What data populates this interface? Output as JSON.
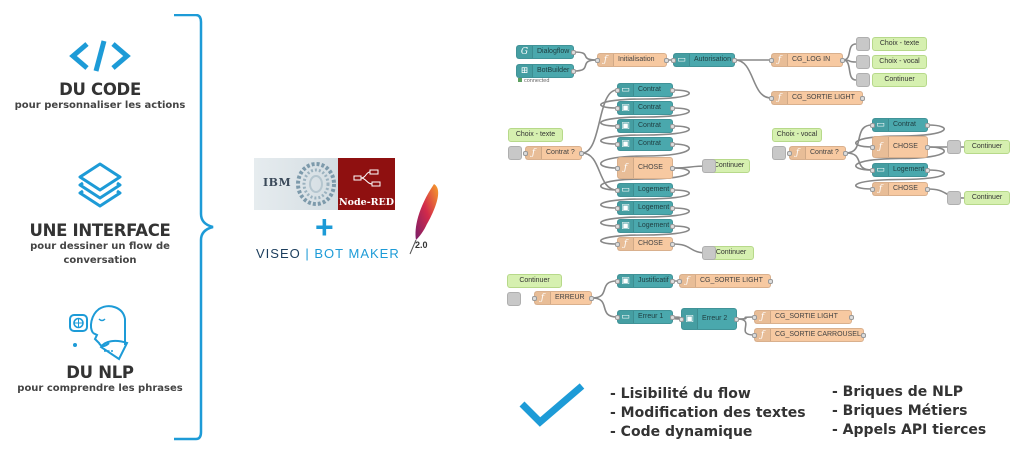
{
  "features": [
    {
      "icon": "code-icon",
      "title": "DU CODE",
      "subtitle_lines": [
        "pour personnaliser les actions"
      ]
    },
    {
      "icon": "layers-icon",
      "title": "UNE INTERFACE",
      "subtitle_lines": [
        "pour dessiner un flow de",
        "conversation"
      ]
    },
    {
      "icon": "nlp-speaking-head-icon",
      "title": "DU NLP",
      "subtitle_lines": [
        "pour comprendre les phrases"
      ]
    }
  ],
  "logos": {
    "ibm": "IBM",
    "nodered": "Node-RED",
    "plus": "+",
    "viseo": "VISEO",
    "separator": "|",
    "botmaker": "BOT MAKER",
    "apache_version": "2.0"
  },
  "flow": {
    "status": "connected",
    "nodes": [
      {
        "id": "dialogflow",
        "label": "Dialogflow",
        "type": "teal",
        "icon": "G"
      },
      {
        "id": "botbuilder",
        "label": "BotBuilder",
        "type": "teal",
        "icon": "win"
      },
      {
        "id": "init",
        "label": "Initialisation",
        "type": "orange",
        "icon": "f"
      },
      {
        "id": "auth",
        "label": "Autorisation",
        "type": "teal",
        "icon": "msg"
      },
      {
        "id": "login",
        "label": "CG_LOG IN",
        "type": "orange",
        "icon": "f"
      },
      {
        "id": "sortie1",
        "label": "CG_SORTIE LIGHT",
        "type": "orange",
        "icon": "f"
      },
      {
        "id": "choixtexte1",
        "label": "Choix - texte",
        "type": "green"
      },
      {
        "id": "choixvocal1",
        "label": "Choix - vocal",
        "type": "green"
      },
      {
        "id": "continuer1",
        "label": "Continuer",
        "type": "green"
      },
      {
        "id": "choixtexte2",
        "label": "Choix - texte",
        "type": "green"
      },
      {
        "id": "contratq1",
        "label": "Contrat ?",
        "type": "orange",
        "icon": "f"
      },
      {
        "id": "c1",
        "label": "Contrat",
        "type": "teal",
        "icon": "msg"
      },
      {
        "id": "c2",
        "label": "Contrat",
        "type": "teal",
        "icon": "card"
      },
      {
        "id": "c3",
        "label": "Contrat",
        "type": "teal",
        "icon": "card"
      },
      {
        "id": "c4",
        "label": "Contrat",
        "type": "teal",
        "icon": "card"
      },
      {
        "id": "chose1",
        "label": "CHOSE",
        "type": "orange",
        "icon": "f"
      },
      {
        "id": "continuer2",
        "label": "Continuer",
        "type": "green"
      },
      {
        "id": "l1",
        "label": "Logement",
        "type": "teal",
        "icon": "msg"
      },
      {
        "id": "l2",
        "label": "Logement",
        "type": "teal",
        "icon": "card"
      },
      {
        "id": "l3",
        "label": "Logement",
        "type": "teal",
        "icon": "card"
      },
      {
        "id": "chose2",
        "label": "CHOSE",
        "type": "orange",
        "icon": "f"
      },
      {
        "id": "continuer3",
        "label": "Continuer",
        "type": "green"
      },
      {
        "id": "choixvocal2",
        "label": "Choix - vocal",
        "type": "green"
      },
      {
        "id": "contratq2",
        "label": "Contrat ?",
        "type": "orange",
        "icon": "f"
      },
      {
        "id": "c5",
        "label": "Contrat",
        "type": "teal",
        "icon": "msg"
      },
      {
        "id": "chose3",
        "label": "CHOSE",
        "type": "orange",
        "icon": "f"
      },
      {
        "id": "continuer4",
        "label": "Continuer",
        "type": "green"
      },
      {
        "id": "l4",
        "label": "Logement",
        "type": "teal",
        "icon": "msg"
      },
      {
        "id": "chose4",
        "label": "CHOSE",
        "type": "orange",
        "icon": "f"
      },
      {
        "id": "continuer5",
        "label": "Continuer",
        "type": "green"
      },
      {
        "id": "continuer6",
        "label": "Continuer",
        "type": "green"
      },
      {
        "id": "erreur",
        "label": "ERREUR",
        "type": "orange",
        "icon": "f"
      },
      {
        "id": "justif",
        "label": "Justificatif",
        "type": "teal",
        "icon": "card"
      },
      {
        "id": "sortie2",
        "label": "CG_SORTIE LIGHT",
        "type": "orange",
        "icon": "f"
      },
      {
        "id": "err1",
        "label": "Erreur 1",
        "type": "teal",
        "icon": "msg"
      },
      {
        "id": "err2",
        "label": "Erreur 2",
        "type": "teal",
        "icon": "card"
      },
      {
        "id": "sortie3",
        "label": "CG_SORTIE LIGHT",
        "type": "orange",
        "icon": "f"
      },
      {
        "id": "carrousel",
        "label": "CG_SORTIE CARROUSEL",
        "type": "orange",
        "icon": "f"
      }
    ]
  },
  "benefits": {
    "column1": [
      "- Lisibilité du flow",
      "- Modification des textes",
      "- Code dynamique"
    ],
    "column2": [
      "- Briques de NLP",
      "- Briques Métiers",
      "- Appels API tierces"
    ]
  },
  "colors": {
    "accent": "#1d9bd7",
    "teal": "#4aa8ad",
    "orange": "#f7c9a1",
    "green": "#d6f0b0",
    "grey": "#c8c8c8"
  }
}
